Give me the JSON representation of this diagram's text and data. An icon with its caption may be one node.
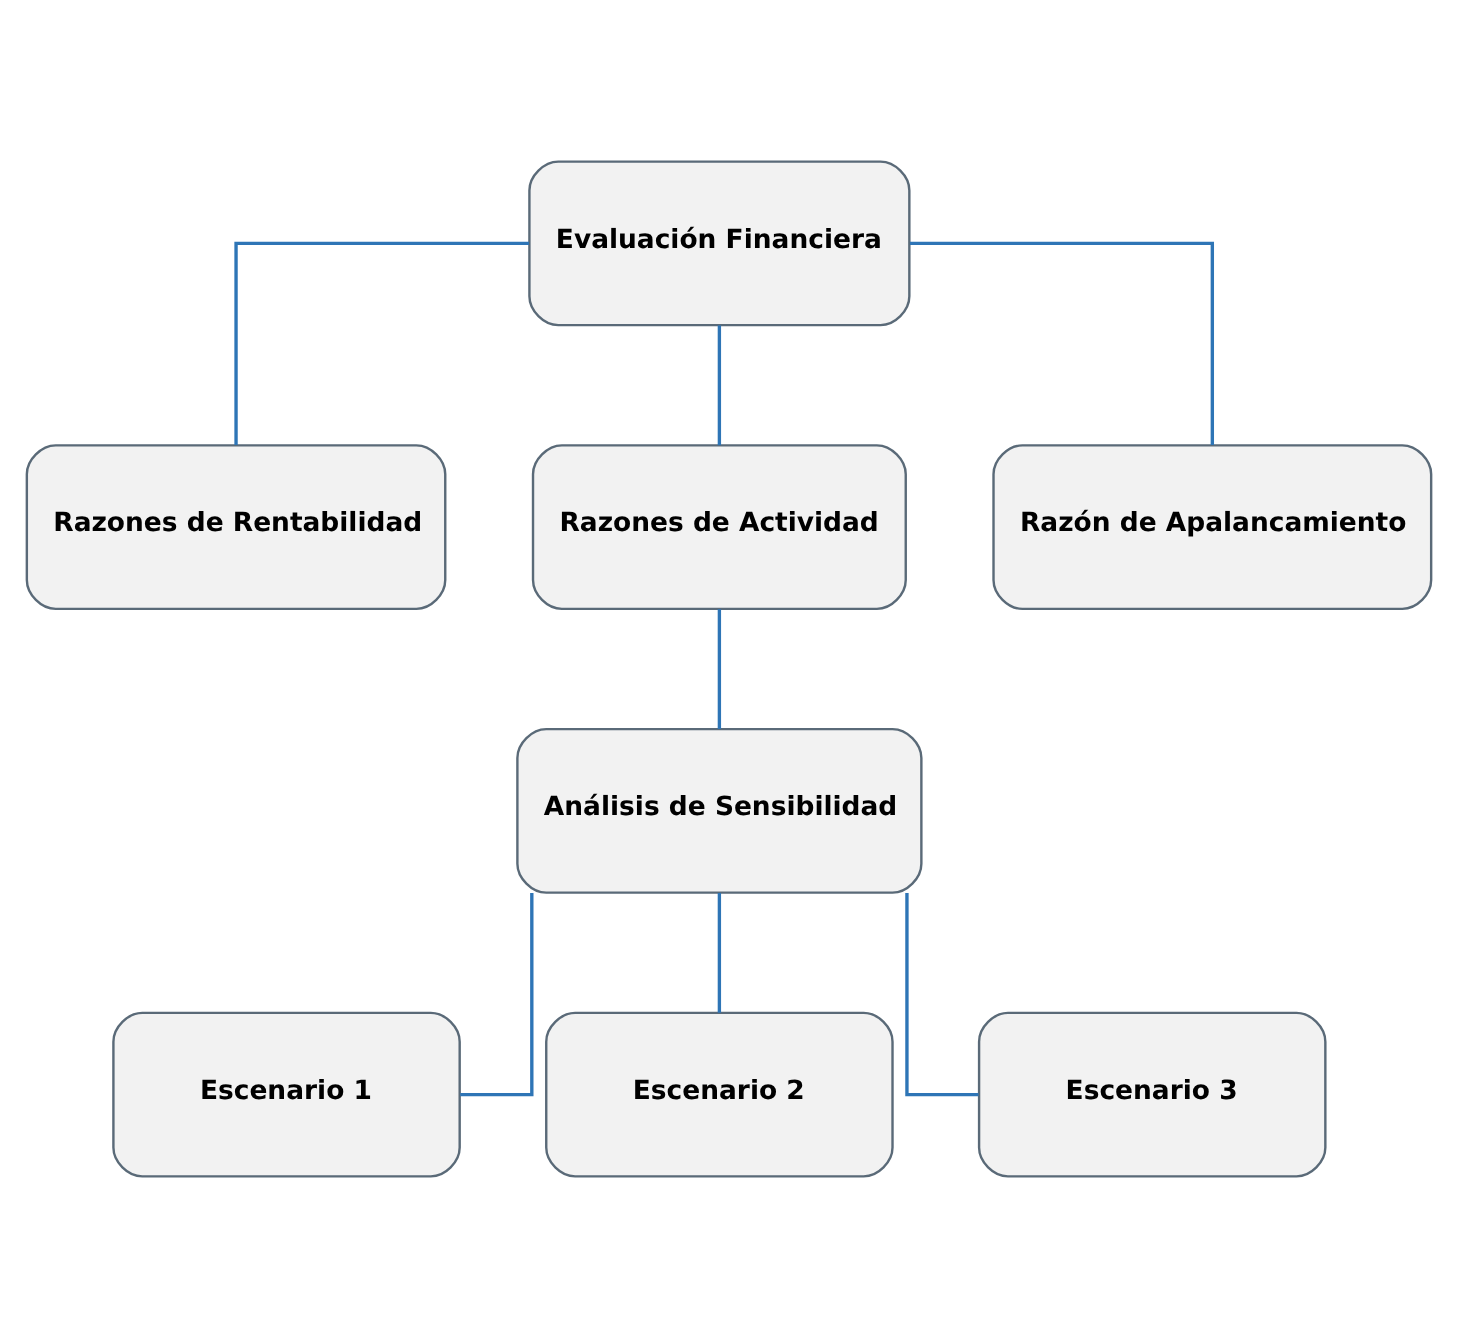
{
  "diagram": {
    "nodes": [
      {
        "text": [
          "Evaluación Financiera"
        ]
      },
      {
        "text": [
          "Razones de Rentabilidad"
        ]
      },
      {
        "text": [
          "Razones de Actividad"
        ]
      },
      {
        "text": [
          "Razón de Apalancamiento"
        ]
      },
      {
        "text": [
          "Análisis de Sensibilidad"
        ]
      },
      {
        "text": [
          "Escenario 1"
        ]
      },
      {
        "text": [
          "Escenario 2"
        ]
      },
      {
        "text": [
          "Escenario 3"
        ]
      }
    ],
    "edges": [
      {
        "from": 0,
        "to": 1,
        "arrow": "none"
      },
      {
        "from": 0,
        "to": 2,
        "arrow": "none"
      },
      {
        "from": 0,
        "to": 3,
        "arrow": "none"
      },
      {
        "from": 2,
        "to": 4,
        "arrow": "none"
      },
      {
        "from": 4,
        "to": 5,
        "arrow": "none"
      },
      {
        "from": 4,
        "to": 6,
        "arrow": "none"
      },
      {
        "from": 4,
        "to": 7,
        "arrow": "none"
      }
    ]
  }
}
